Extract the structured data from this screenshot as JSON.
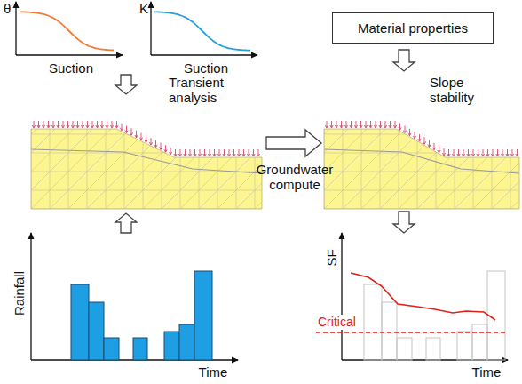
{
  "diagram": {
    "nodes": [
      {
        "text": [
          "Material properties"
        ]
      }
    ],
    "labels": [
      "θ",
      "Suction",
      "K",
      "Suction",
      "Transient analysis",
      "Slope stability",
      "Groundwater compute",
      "Rainfall",
      "Time",
      "SF",
      "Critical",
      "Time"
    ]
  }
}
